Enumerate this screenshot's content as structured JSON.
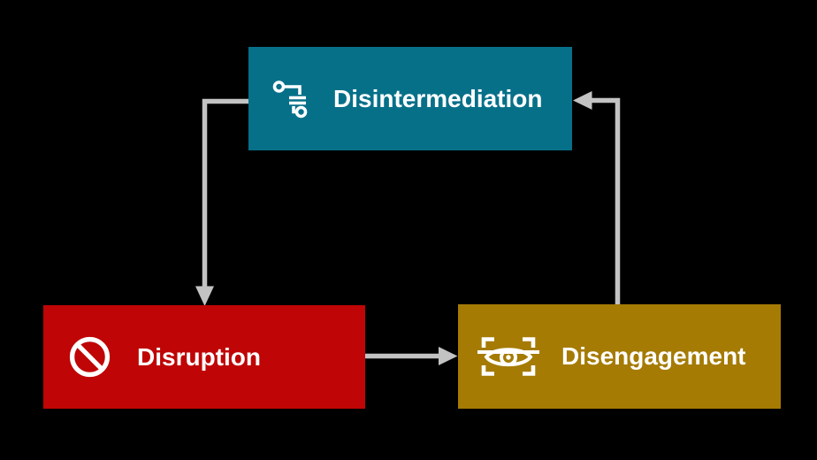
{
  "diagram": {
    "background_color": "#000000",
    "arrow_color": "#c3c3c3",
    "label_color": "#ffffff",
    "icon_color": "#ffffff",
    "nodes": {
      "disintermediation": {
        "label": "Disintermediation",
        "color": "#077089",
        "icon": "broken-link-nodes-icon"
      },
      "disruption": {
        "label": "Disruption",
        "color": "#bf0505",
        "icon": "prohibition-icon"
      },
      "disengagement": {
        "label": "Disengagement",
        "color": "#a57b04",
        "icon": "eye-scan-icon"
      }
    },
    "edges": [
      {
        "from": "Disintermediation",
        "to": "Disruption"
      },
      {
        "from": "Disruption",
        "to": "Disengagement"
      },
      {
        "from": "Disengagement",
        "to": "Disintermediation"
      }
    ]
  }
}
